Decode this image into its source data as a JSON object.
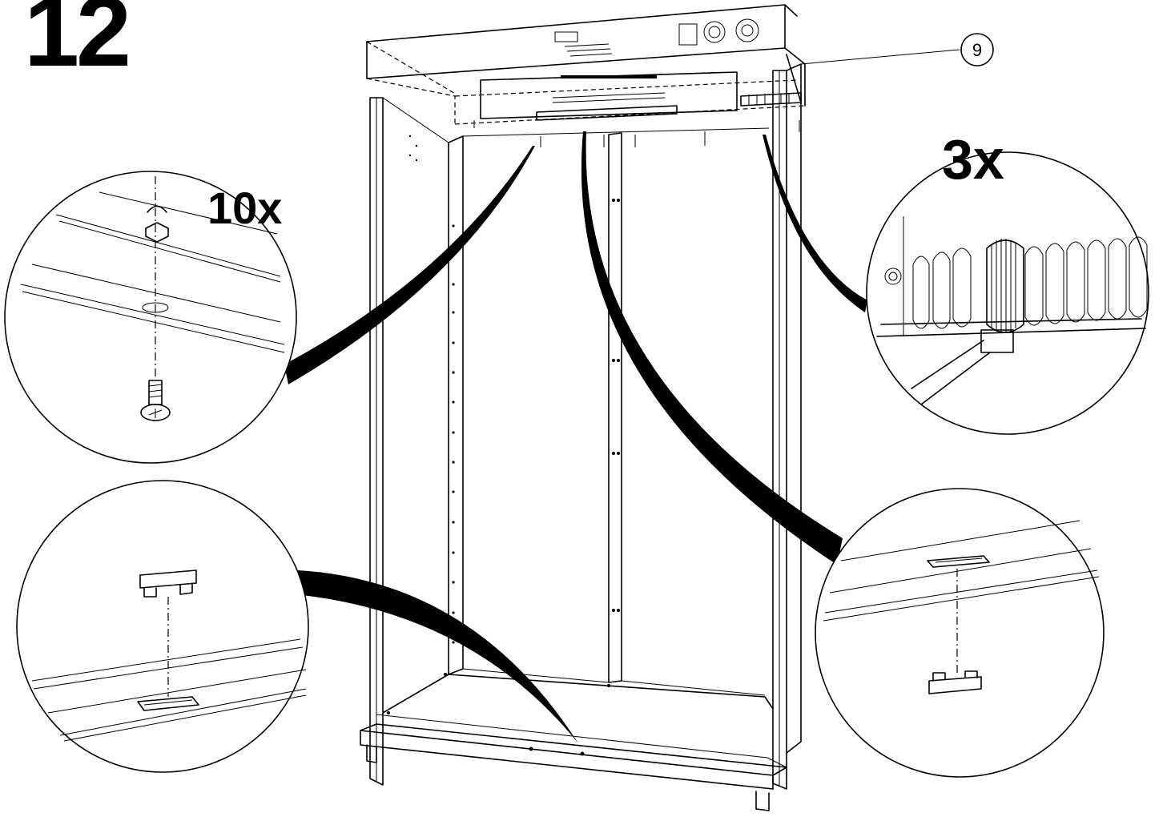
{
  "step": {
    "number": "12"
  },
  "details": {
    "screw_quantity": "10x",
    "cable_tie_quantity": "3x"
  },
  "callouts": [
    {
      "label": "9"
    }
  ]
}
